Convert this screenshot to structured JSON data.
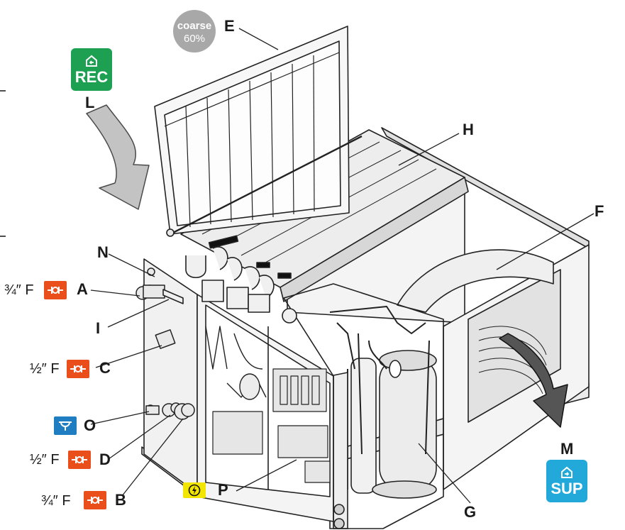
{
  "filter": {
    "class": "coarse",
    "efficiency": "60%"
  },
  "labels": {
    "A": "A",
    "B": "B",
    "C": "C",
    "D": "D",
    "E": "E",
    "F": "F",
    "G": "G",
    "H": "H",
    "I": "I",
    "L": "L",
    "M": "M",
    "N": "N",
    "O": "O",
    "P": "P"
  },
  "connections": {
    "A_size": "¾″ F",
    "C_size": "½″ F",
    "D_size": "½″ F",
    "B_size": "¾″ F"
  },
  "airflow": {
    "return_label": "REC",
    "supply_label": "SUP"
  },
  "colors": {
    "water": "#e94e1b",
    "drain": "#1f7dc1",
    "electric": "#f2e600",
    "return_air": "#1ea052",
    "supply_air": "#22a9d9",
    "filter": "#a8a8a8"
  },
  "icons": {
    "water": "water-connection-icon",
    "drain": "condensate-drain-icon",
    "electric": "electrical-supply-icon",
    "return": "return-air-icon",
    "supply": "supply-air-icon"
  }
}
